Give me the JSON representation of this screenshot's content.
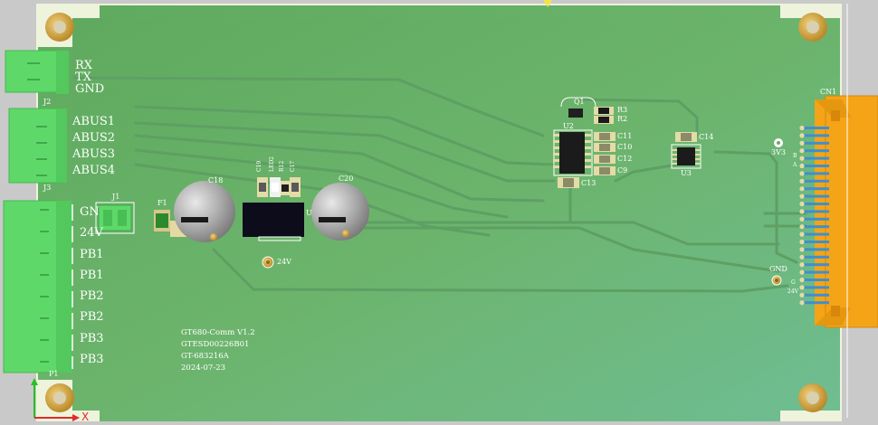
{
  "board": {
    "colors": {
      "pcb": "#6db873",
      "pcb_edge": "#eef3dc",
      "trace": "#5e9f63",
      "terminal": "#5fd86a",
      "connector": "#f5a417",
      "pin": "#3f8fd0",
      "silkscreen": "#ffffff",
      "background": "#c9c9c9"
    },
    "info": {
      "line1": "GT680-Comm V1.2",
      "line2": "GTESD00226B01",
      "line3": "GT-683216A",
      "line4": "2024-07-23"
    }
  },
  "connectors": {
    "j2": {
      "ref": "J2",
      "pins": [
        "RX",
        "TX",
        "GND"
      ]
    },
    "j3": {
      "ref": "J3",
      "pins": [
        "ABUS1",
        "ABUS2",
        "ABUS3",
        "ABUS4"
      ]
    },
    "p1": {
      "ref": "P1",
      "pins": [
        "GN",
        "24V",
        "PB1",
        "PB1",
        "PB2",
        "PB2",
        "PB3",
        "PB3"
      ]
    },
    "j1": {
      "ref": "J1"
    },
    "cn1": {
      "ref": "CN1",
      "pin_labels": [
        "B",
        "A",
        "G",
        "24V"
      ]
    }
  },
  "components": {
    "c18": "C18",
    "c20": "C20",
    "f1": "F1",
    "c19": "C19",
    "led2": "LED2",
    "r12": "R12",
    "c17": "C17",
    "u_reg": "U",
    "q1": "Q1",
    "r3": "R3",
    "r2": "R2",
    "u2": "U2",
    "c11": "C11",
    "c10": "C10",
    "c12": "C12",
    "c9": "C9",
    "c13": "C13",
    "c14": "C14",
    "u3": "U3"
  },
  "testpoints": {
    "tp_24v": "24V",
    "tp_3v3": "3V3",
    "tp_gnd": "GND"
  },
  "axes": {
    "y_color": "#22c322",
    "x_color": "#e12a2a",
    "x_label": "X"
  }
}
